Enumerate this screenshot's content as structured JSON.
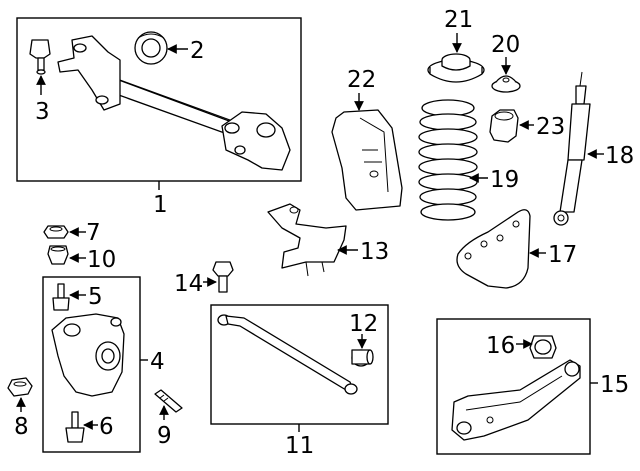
{
  "diagram": {
    "callouts": {
      "c1": "1",
      "c2": "2",
      "c3": "3",
      "c4": "4",
      "c5": "5",
      "c6": "6",
      "c7": "7",
      "c8": "8",
      "c9": "9",
      "c10": "10",
      "c11": "11",
      "c12": "12",
      "c13": "13",
      "c14": "14",
      "c15": "15",
      "c16": "16",
      "c17": "17",
      "c18": "18",
      "c19": "19",
      "c20": "20",
      "c21": "21",
      "c22": "22",
      "c23": "23"
    },
    "line_color": "#000000",
    "background": "#ffffff"
  }
}
